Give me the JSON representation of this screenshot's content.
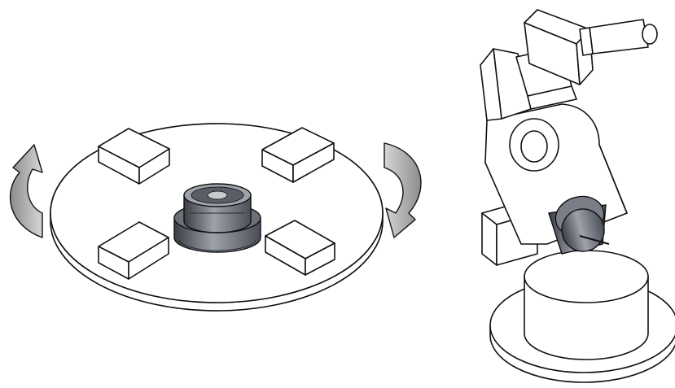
{
  "figure": {
    "description_visible_text": "",
    "colors": {
      "line": "#111111",
      "background": "#ffffff",
      "arrow_fill": "#a9a9a9",
      "reducer_dark": "#3a3d44",
      "reducer_mid": "#6b6f78",
      "reducer_light": "#9ea2aa"
    },
    "turntable": {
      "block_count": 4,
      "rotation_arrows": 2
    },
    "robot_arm": {
      "joints": 3
    }
  }
}
